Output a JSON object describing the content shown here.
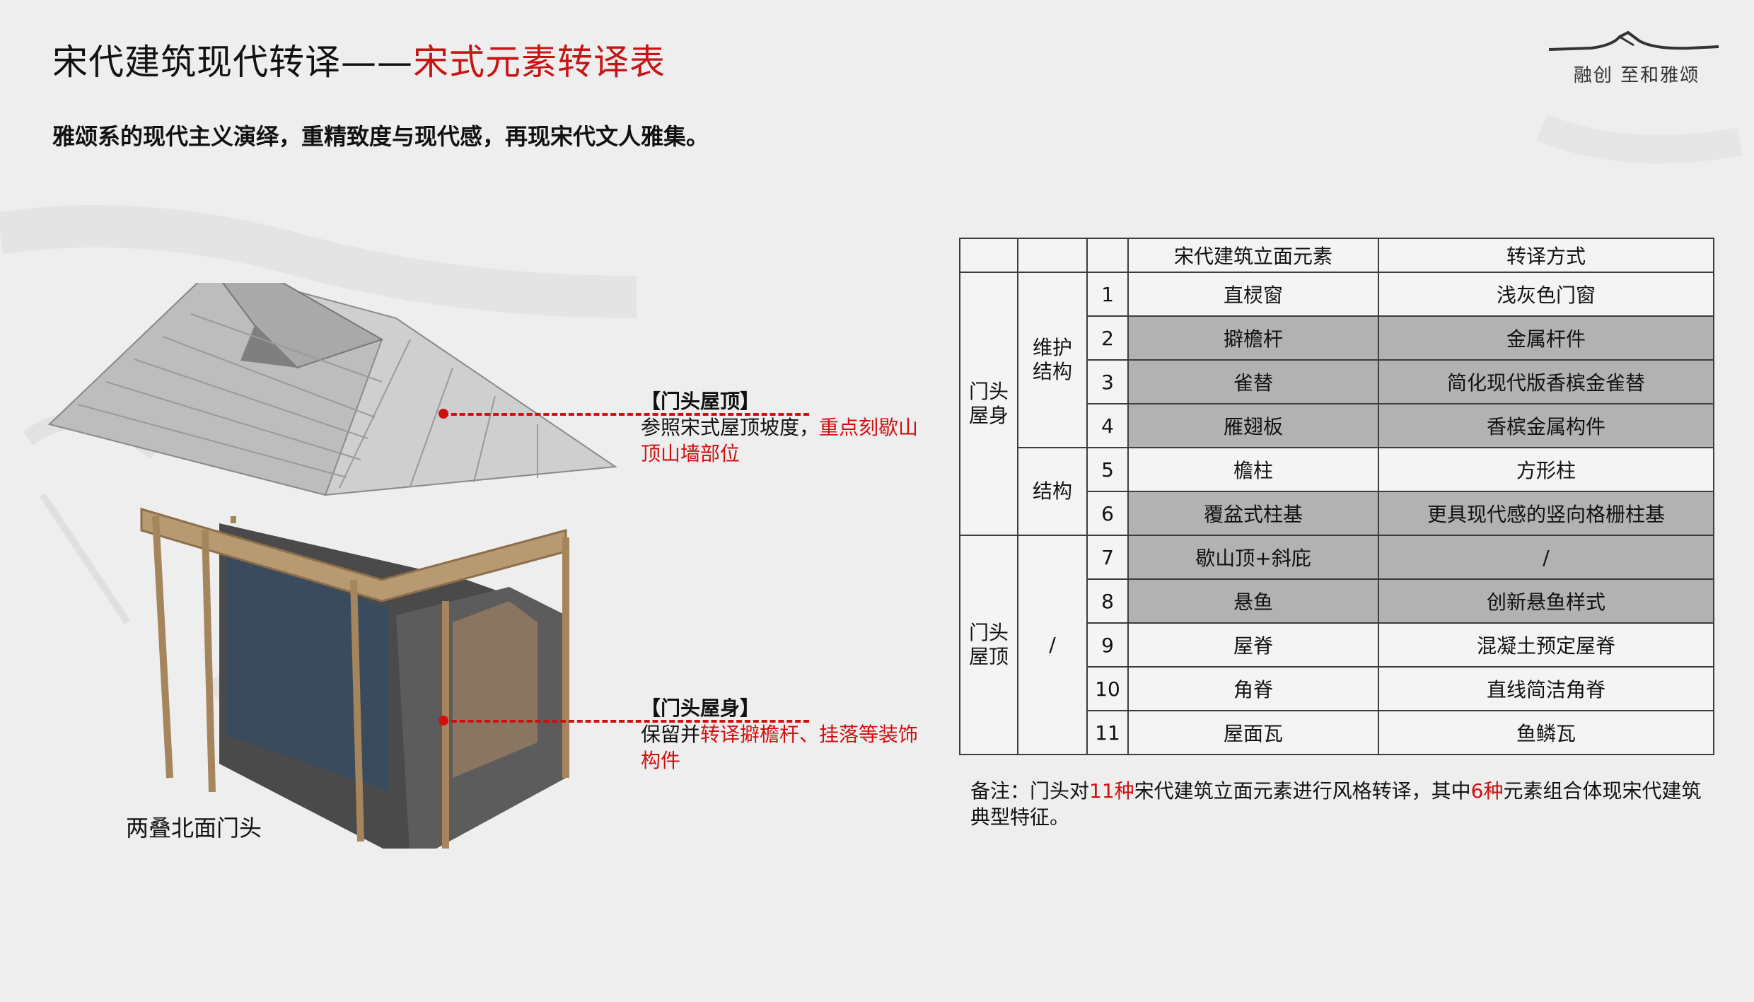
{
  "header": {
    "title_main": "宋代建筑现代转译——",
    "title_accent": "宋式元素转译表",
    "subtitle": "雅颂系的现代主义演绎，重精致度与现代感，再现宋代文人雅集。"
  },
  "logo": {
    "text": "融创 至和雅颂",
    "icon": "mountain-roof-icon"
  },
  "callouts": {
    "roof": {
      "title": "【门头屋顶】",
      "text_plain": "参照宋式屋顶坡度，",
      "text_red": "重点刻歇山顶山墙部位"
    },
    "body": {
      "title": "【门头屋身】",
      "text_plain": "保留并",
      "text_red": "转译擗檐杆、挂落等装饰构件"
    }
  },
  "caption": "两叠北面门头",
  "table": {
    "headers": {
      "element": "宋代建筑立面元素",
      "translation": "转译方式"
    },
    "groups": {
      "body": "门头屋身",
      "roof": "门头屋顶",
      "envelope": "维护结构",
      "structure": "结构",
      "roof_sub": "/"
    },
    "rows": [
      {
        "num": "1",
        "element": "直棂窗",
        "translation": "浅灰色门窗"
      },
      {
        "num": "2",
        "element": "擗檐杆",
        "translation": "金属杆件"
      },
      {
        "num": "3",
        "element": "雀替",
        "translation": "简化现代版香槟金雀替"
      },
      {
        "num": "4",
        "element": "雁翅板",
        "translation": "香槟金属构件"
      },
      {
        "num": "5",
        "element": "檐柱",
        "translation": "方形柱"
      },
      {
        "num": "6",
        "element": "覆盆式柱基",
        "translation": "更具现代感的竖向格栅柱基"
      },
      {
        "num": "7",
        "element": "歇山顶+斜庇",
        "translation": "/"
      },
      {
        "num": "8",
        "element": "悬鱼",
        "translation": "创新悬鱼样式"
      },
      {
        "num": "9",
        "element": "屋脊",
        "translation": "混凝土预定屋脊"
      },
      {
        "num": "10",
        "element": "角脊",
        "translation": "直线简洁角脊"
      },
      {
        "num": "11",
        "element": "屋面瓦",
        "translation": "鱼鳞瓦"
      }
    ]
  },
  "note": {
    "p1": "备注：门头对",
    "n1": "11种",
    "p2": "宋代建筑立面元素进行风格转译，其中",
    "n2": "6种",
    "p3": "元素组合体现宋代建筑典型特征。"
  },
  "colors": {
    "accent_red": "#c81414",
    "shade_gray": "#b2b2b2",
    "background": "#eeeeee"
  }
}
